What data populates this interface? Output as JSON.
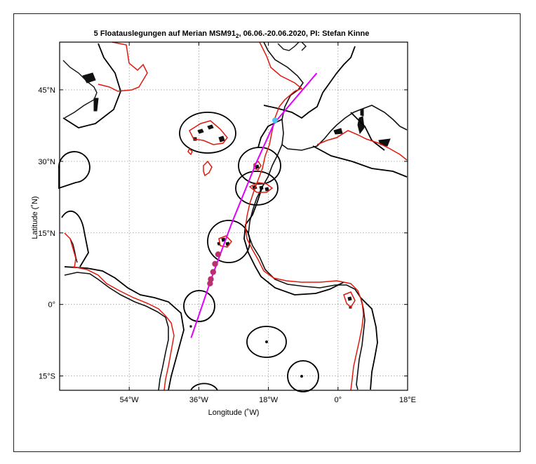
{
  "figure": {
    "title_main": "5 Floatauslegungen auf Merian MSM91",
    "title_sub": "2",
    "title_rest": ", 06.06.-20.06.2020, PI: Stefan Kinne"
  },
  "axes": {
    "xlabel": "Longitude (˚W)",
    "ylabel": "Latitude (˚N)",
    "x_ticks": [
      {
        "lon": -54,
        "label": "54°W"
      },
      {
        "lon": -36,
        "label": "36°W"
      },
      {
        "lon": -18,
        "label": "18°W"
      },
      {
        "lon": 0,
        "label": "0°"
      },
      {
        "lon": 18,
        "label": "18°E"
      }
    ],
    "y_ticks": [
      {
        "lat": 45,
        "label": "45°N"
      },
      {
        "lat": 30,
        "label": "30°N"
      },
      {
        "lat": 15,
        "label": "15°N"
      },
      {
        "lat": 0,
        "label": "0°"
      },
      {
        "lat": -15,
        "label": "15°S"
      }
    ],
    "lon_range": [
      -72,
      18
    ],
    "lat_range": [
      -18,
      55
    ],
    "grid": true
  },
  "colors": {
    "coast": "#000000",
    "eez": "#000000",
    "depth_contour": "#e0190f",
    "ship_track": "#e000ff",
    "float_deployment": "#b8306e",
    "start_marker": "#4ec3f0"
  },
  "chart_data": {
    "type": "map",
    "ship_track": [
      {
        "lon": -5.5,
        "lat": 48.5
      },
      {
        "lon": -16.5,
        "lat": 38.0
      },
      {
        "lon": -21.0,
        "lat": 30.0
      },
      {
        "lon": -27.5,
        "lat": 17.0
      },
      {
        "lon": -32.5,
        "lat": 6.0
      },
      {
        "lon": -38.0,
        "lat": -7.0
      }
    ],
    "track_start": {
      "lon": -16.3,
      "lat": 38.6
    },
    "float_deployments": [
      {
        "lon": -31.0,
        "lat": 10.5
      },
      {
        "lon": -31.8,
        "lat": 8.5
      },
      {
        "lon": -32.3,
        "lat": 6.8
      },
      {
        "lon": -32.9,
        "lat": 5.3
      },
      {
        "lon": -33.1,
        "lat": 4.4
      }
    ]
  }
}
